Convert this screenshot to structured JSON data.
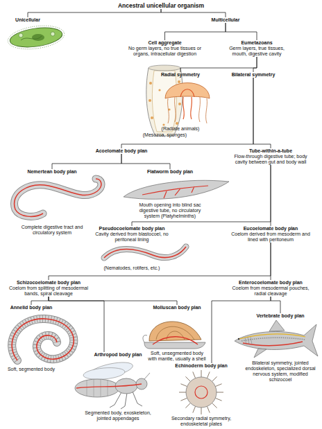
{
  "diagram": {
    "nodes": [
      {
        "text": [
          "Ancestral unicellular organism"
        ]
      },
      {
        "text": [
          "Unicellular"
        ]
      },
      {
        "text": [
          "Multicellular"
        ]
      },
      {
        "text": [
          "Cell aggregate",
          "No germ layers, no true tissues or organs, intracellular digestion",
          "(Mesozoa, sponges)"
        ]
      },
      {
        "text": [
          "Eumetazoans",
          "Germ layers, true tissues, mouth, digestive cavity"
        ]
      },
      {
        "text": [
          "Radial symmetry",
          "(Radiate animals)"
        ]
      },
      {
        "text": [
          "Bilateral symmetry"
        ]
      },
      {
        "text": [
          "Acoelomate body plan"
        ]
      },
      {
        "text": [
          "Tube-within-a-tube",
          "Flow-through digestive tube; body cavity between gut and body wall"
        ]
      },
      {
        "text": [
          "Nemertean body plan",
          "Complete digestive tract and circulatory system"
        ]
      },
      {
        "text": [
          "Flatworm body plan",
          "Mouth opening into blind sac digestive tube, no circulatory system (Platyhelminths)"
        ]
      },
      {
        "text": [
          "Pseudocoelomate body plan",
          "Cavity derived from blastocoel, no peritoneal lining",
          "(Nematodes, rotifers, etc.)"
        ]
      },
      {
        "text": [
          "Eucoelomate body plan",
          "Coelom derived from mesoderm and lined with peritoneum"
        ]
      },
      {
        "text": [
          "Schizocoelomate body plan",
          "Coelom from splitting of mesodermal bands, spiral cleavage"
        ]
      },
      {
        "text": [
          "Enterocoelomate body plan",
          "Coelom from mesodermal pouches, radial cleavage"
        ]
      },
      {
        "text": [
          "Annelid body plan",
          "Soft, segmented body"
        ]
      },
      {
        "text": [
          "Molluscan body plan",
          "Soft, unsegmented body with mantle, usually a shell"
        ]
      },
      {
        "text": [
          "Arthropod body plan",
          "Segmented body, exoskeleton, jointed appendages"
        ]
      },
      {
        "text": [
          "Echinoderm body plan",
          "Secondary radial symmetry, endoskeletal plates"
        ]
      },
      {
        "text": [
          "Vertebrate body plan",
          "Bilateral symmetry, jointed endoskeleton, specialized dorsal nervous system, modified schizocoel"
        ]
      }
    ],
    "edges": [
      {
        "from": 0,
        "to": 1,
        "arrow": "none"
      },
      {
        "from": 0,
        "to": 2,
        "arrow": "none"
      },
      {
        "from": 2,
        "to": 3,
        "arrow": "none"
      },
      {
        "from": 2,
        "to": 4,
        "arrow": "none"
      },
      {
        "from": 4,
        "to": 5,
        "arrow": "none"
      },
      {
        "from": 4,
        "to": 6,
        "arrow": "none"
      },
      {
        "from": 6,
        "to": 7,
        "arrow": "none"
      },
      {
        "from": 6,
        "to": 8,
        "arrow": "none"
      },
      {
        "from": 7,
        "to": 9,
        "arrow": "none"
      },
      {
        "from": 7,
        "to": 10,
        "arrow": "none"
      },
      {
        "from": 8,
        "to": 11,
        "arrow": "none"
      },
      {
        "from": 8,
        "to": 12,
        "arrow": "none"
      },
      {
        "from": 12,
        "to": 13,
        "arrow": "none"
      },
      {
        "from": 12,
        "to": 14,
        "arrow": "none"
      },
      {
        "from": 13,
        "to": 15,
        "arrow": "none"
      },
      {
        "from": 13,
        "to": 16,
        "arrow": "none"
      },
      {
        "from": 13,
        "to": 17,
        "arrow": "none"
      },
      {
        "from": 14,
        "to": 18,
        "arrow": "none"
      },
      {
        "from": 14,
        "to": 19,
        "arrow": "none"
      }
    ]
  }
}
